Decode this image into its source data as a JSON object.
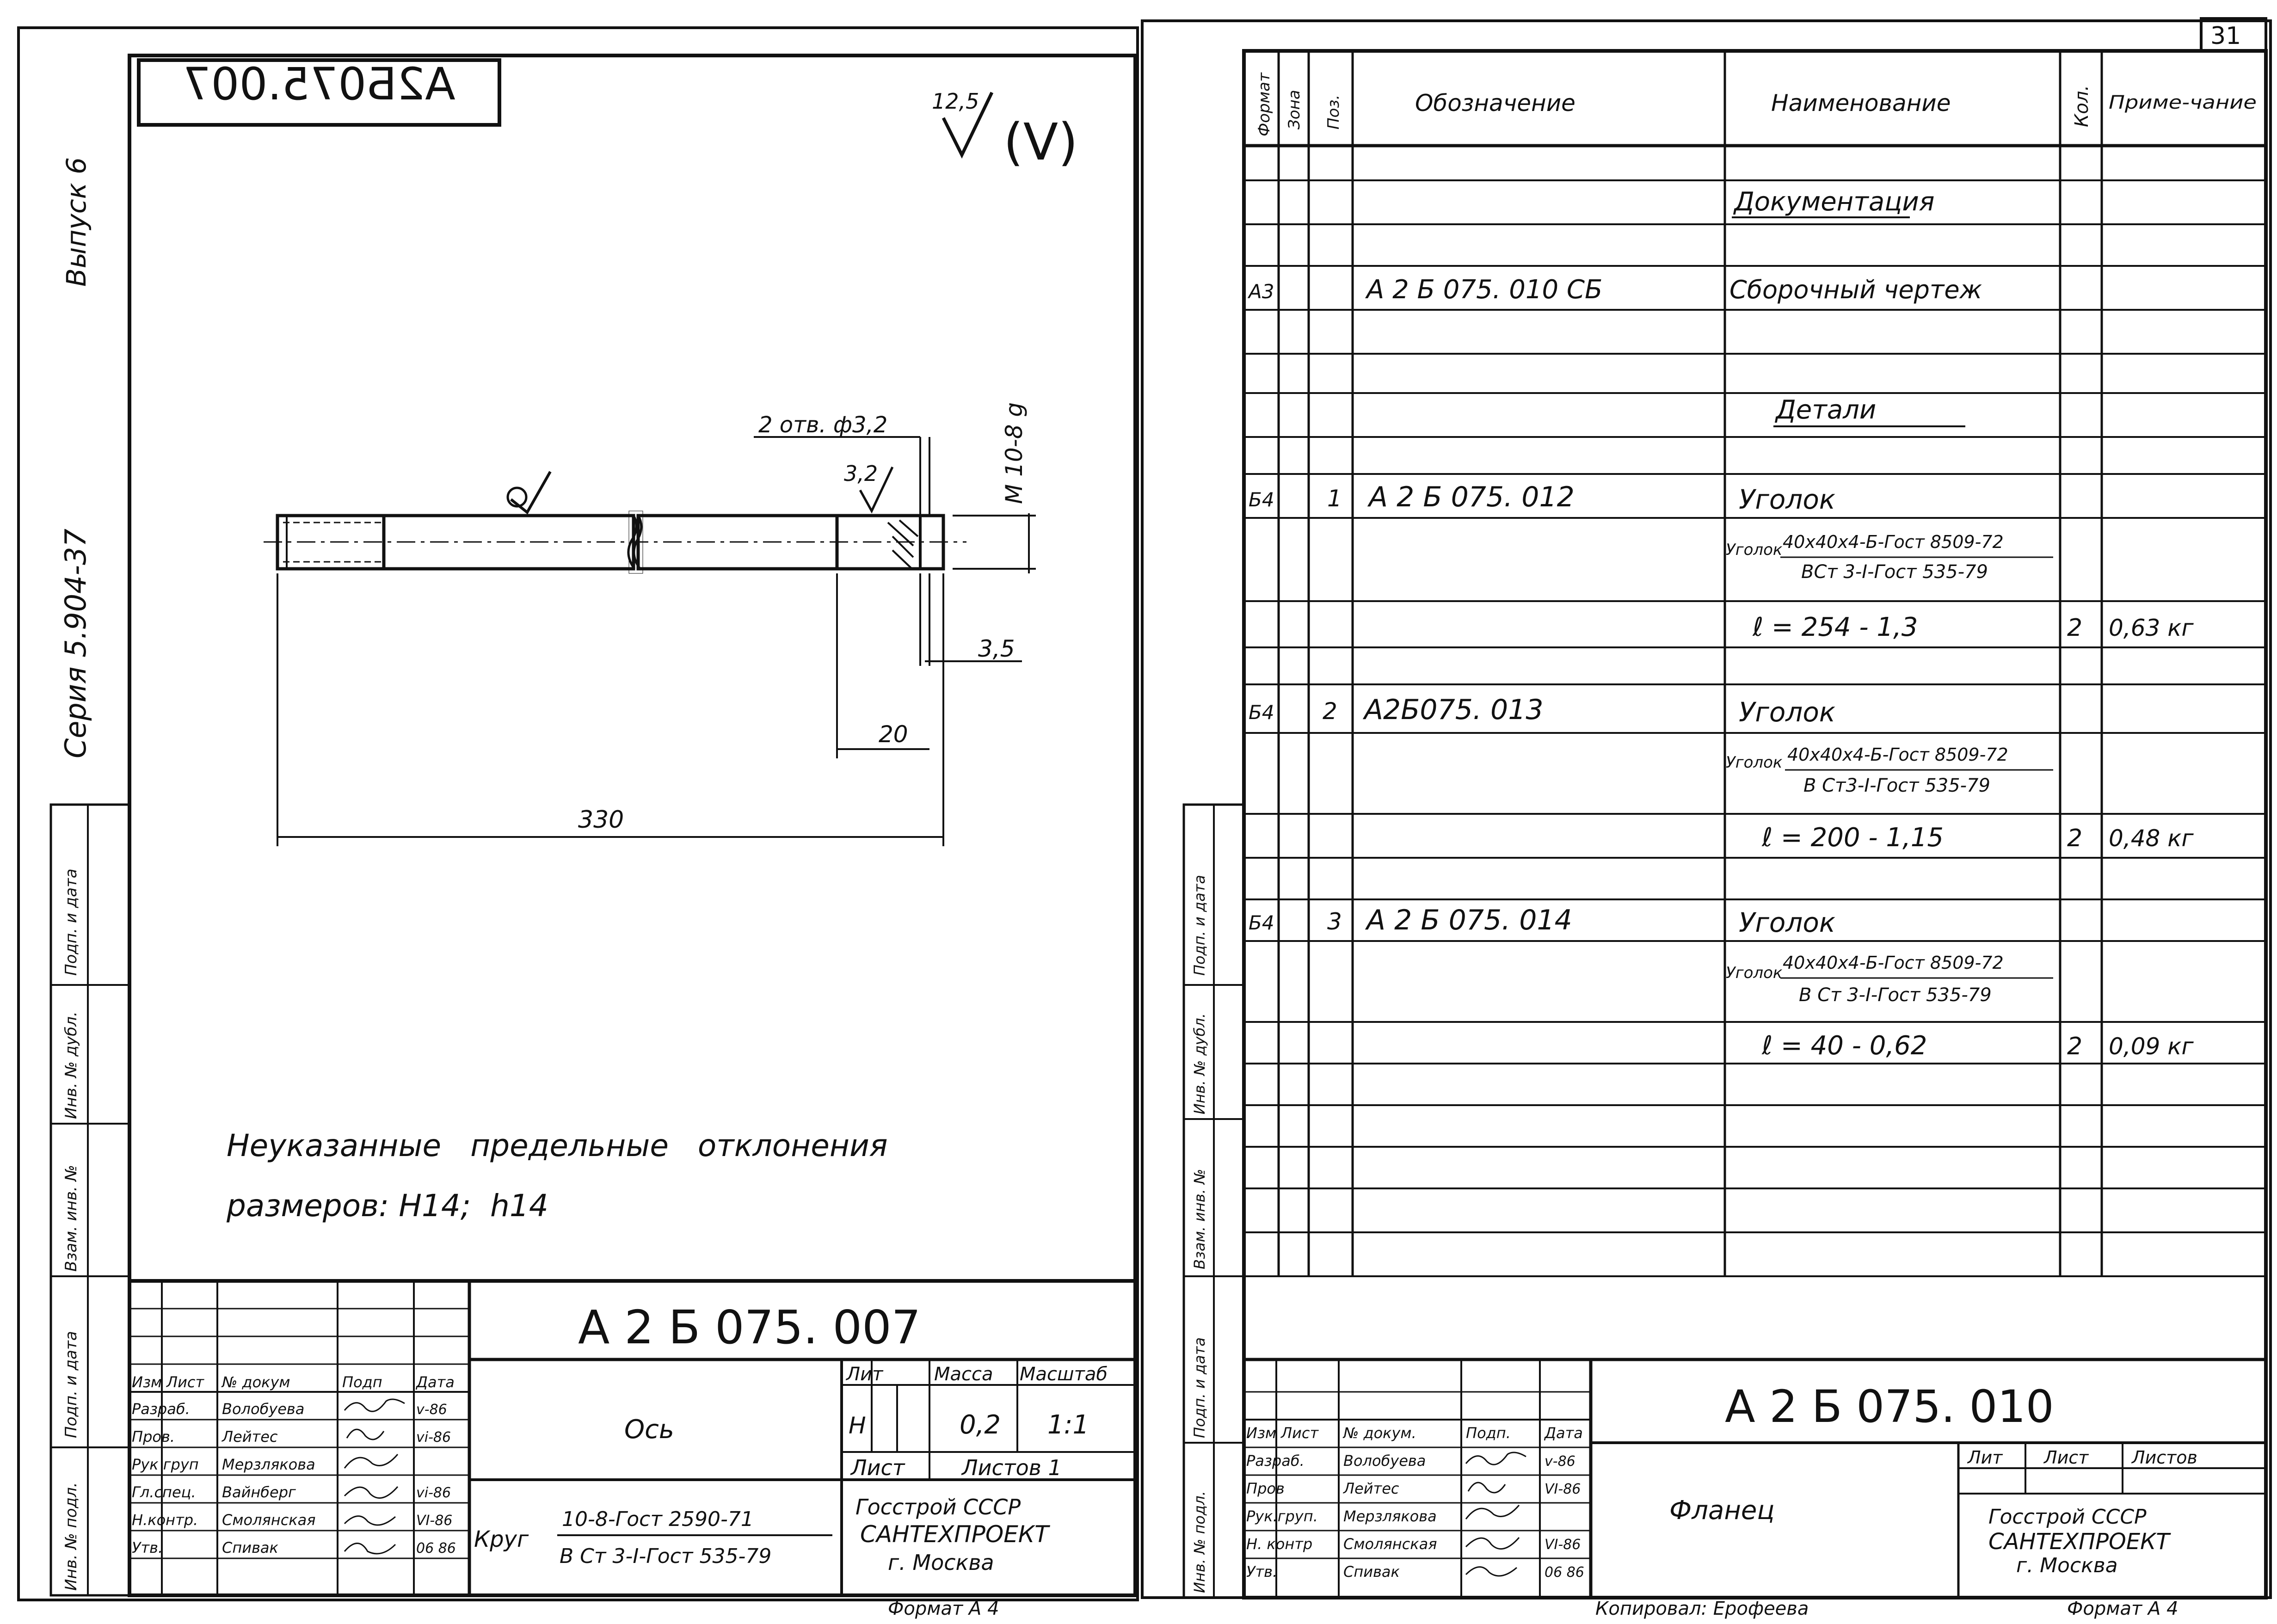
{
  "left_sheet": {
    "corner_stamp": "А2Б075.007",
    "roughness": {
      "value": "12,5",
      "rest": "(V)"
    },
    "side_labels": {
      "vypusk": "Выпуск 6",
      "seria": "Серия 5.904-37",
      "fields": [
        "Подп. и дата",
        "Инв. № дубл.",
        "Взам. инв. №",
        "Подп. и дата",
        "Инв. № подл."
      ]
    },
    "dimensions": {
      "holes": "2 отв. ф3,2",
      "thread": "М 10-8 g",
      "rough_local": "3,2",
      "d35": "3,5",
      "d20": "20",
      "d330": "330"
    },
    "note": [
      "Неуказанные   предельные   отклонения",
      "размеров: Н14;  h14"
    ],
    "title_block": {
      "code": "А 2 Б 075. 007",
      "name": "Ось",
      "lit_header": "Лит",
      "mass_header": "Масса",
      "scale_header": "Масштаб",
      "lit": "Н",
      "mass": "0,2",
      "scale": "1:1",
      "sheet": "Лист",
      "sheets": "Листов 1",
      "material_prefix": "Круг",
      "material_top": "10-8-Гост 2590-71",
      "material_bottom": "В Ст 3-I-Гост 535-79",
      "org": [
        "Госстрой  СССР",
        "САНТЕХПРОЕКТ",
        "г. Москва"
      ],
      "header_cols": [
        "Изм",
        "Лист",
        "№ докум",
        "Подп",
        "Дата"
      ],
      "rows": [
        [
          "Разраб.",
          "Волобуева",
          "v-86"
        ],
        [
          "Пров.",
          "Лейтес",
          "vi-86"
        ],
        [
          "Рук груп",
          "Мерзлякова",
          ""
        ],
        [
          "Гл.спец.",
          "Вайнберг",
          "vi-86"
        ],
        [
          "Н.контр.",
          "Смолянская",
          "VI-86"
        ],
        [
          "Утв.",
          "Спивак",
          "06 86"
        ]
      ],
      "format": "Формат А 4"
    }
  },
  "right_sheet": {
    "page_number": "31",
    "table_headers": [
      "Формат",
      "Зона",
      "Поз.",
      "Обозначение",
      "Наименование",
      "Кол.",
      "Приме-чание"
    ],
    "section_docs": "Документация",
    "doc_row": {
      "format": "А3",
      "code": "А 2 Б 075. 010 СБ",
      "name": "Сборочный чертеж"
    },
    "section_parts": "Детали",
    "parts": [
      {
        "format": "Б4",
        "pos": "1",
        "code": "А 2 Б 075. 012",
        "name": "Уголок",
        "spec_prefix": "Уголок",
        "spec_top": "40х40х4-Б-Гост 8509-72",
        "spec_bottom": "ВСт 3-I-Гост 535-79",
        "length": "ℓ = 254 - 1,3",
        "qty": "2",
        "note": "0,63 кг"
      },
      {
        "format": "Б4",
        "pos": "2",
        "code": "А2Б075. 013",
        "name": "Уголок",
        "spec_prefix": "Уголок",
        "spec_top": "40х40х4-Б-Гост 8509-72",
        "spec_bottom": "В Ст3-I-Гост 535-79",
        "length": "ℓ = 200 - 1,15",
        "qty": "2",
        "note": "0,48 кг"
      },
      {
        "format": "Б4",
        "pos": "3",
        "code": "А 2 Б 075. 014",
        "name": "Уголок",
        "spec_prefix": "Уголок",
        "spec_top": "40х40х4-Б-Гост 8509-72",
        "spec_bottom": "В Ст 3-I-Гост 535-79",
        "length": "ℓ = 40 - 0,62",
        "qty": "2",
        "note": "0,09 кг"
      }
    ],
    "title_block": {
      "code": "А 2 Б 075. 010",
      "name": "Фланец",
      "lit": "Лит",
      "sheet": "Лист",
      "sheets": "Листов",
      "org": [
        "Госстрой СССР",
        "САНТЕХПРОЕКТ",
        "г. Москва"
      ],
      "header_cols": [
        "Изм",
        "Лист",
        "№ докум.",
        "Подп.",
        "Дата"
      ],
      "rows": [
        [
          "Разраб.",
          "Волобуева",
          "v-86"
        ],
        [
          "Пров",
          "Лейтес",
          "VI-86"
        ],
        [
          "Рук.груп.",
          "Мерзлякова",
          ""
        ],
        [
          "Н. контр",
          "Смолянская",
          "VI-86"
        ],
        [
          "Утв.",
          "Спивак",
          "06 86"
        ]
      ],
      "copied": "Копировал: Ерофеева",
      "format": "Формат А 4"
    }
  }
}
